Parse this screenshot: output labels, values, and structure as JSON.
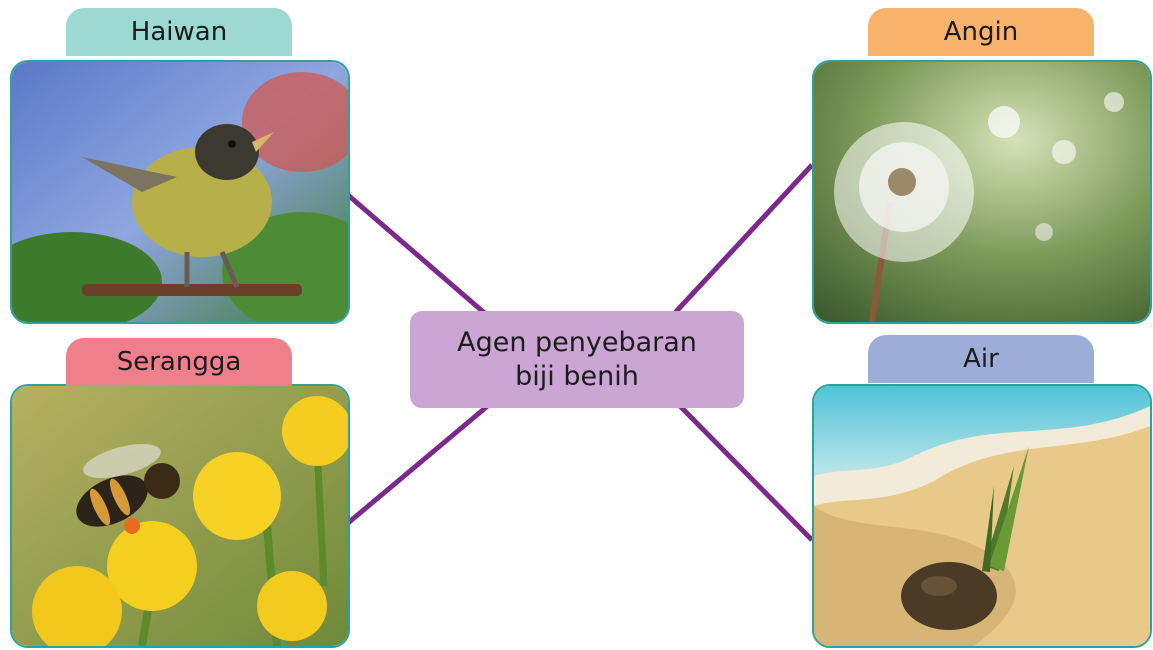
{
  "diagram": {
    "center_label_line1": "Agen penyebaran",
    "center_label_line2": "biji benih",
    "center_color": "#cba5d3",
    "connector_color": "#7b2a8c",
    "card_border_color": "#2aa39a",
    "nodes": [
      {
        "label": "Haiwan",
        "color": "#9dd9d2",
        "image": "bird-eating-seed"
      },
      {
        "label": "Angin",
        "color": "#f7b36c",
        "image": "dandelion-seeds-blowing"
      },
      {
        "label": "Serangga",
        "color": "#ef7f8a",
        "image": "bee-on-yellow-flower"
      },
      {
        "label": "Air",
        "color": "#9cadd8",
        "image": "coconut-sprouting-on-beach"
      }
    ]
  }
}
